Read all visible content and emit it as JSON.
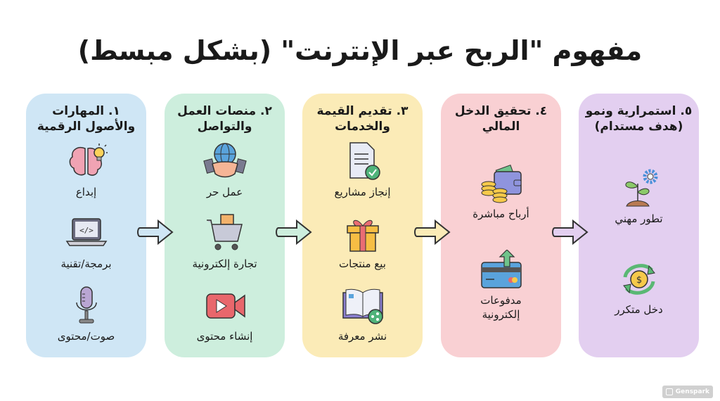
{
  "title": "مفهوم \"الربح عبر الإنترنت\" (بشكل مبسط)",
  "colors": {
    "panel1": "#cfe6f5",
    "panel2": "#cdeedd",
    "panel3": "#fbebb7",
    "panel4": "#f9d0d3",
    "panel5": "#e3cff0"
  },
  "panels": [
    {
      "title": "١. المهارات والأصول الرقمية",
      "items": [
        {
          "icon": "brain-lightbulb-icon",
          "label": "إبداع"
        },
        {
          "icon": "laptop-code-icon",
          "label": "برمجة/تقنية"
        },
        {
          "icon": "microphone-icon",
          "label": "صوت/محتوى"
        }
      ]
    },
    {
      "title": "٢. منصات العمل والتواصل",
      "items": [
        {
          "icon": "globe-handshake-icon",
          "label": "عمل حر"
        },
        {
          "icon": "shopping-cart-icon",
          "label": "تجارة إلكترونية"
        },
        {
          "icon": "video-camera-icon",
          "label": "إنشاء محتوى"
        }
      ]
    },
    {
      "title": "٣. تقديم القيمة والخدمات",
      "items": [
        {
          "icon": "document-check-icon",
          "label": "إنجاز مشاريع"
        },
        {
          "icon": "gift-box-icon",
          "label": "بيع منتجات"
        },
        {
          "icon": "book-share-icon",
          "label": "نشر معرفة"
        }
      ]
    },
    {
      "title": "٤. تحقيق الدخل المالي",
      "items": [
        {
          "icon": "wallet-coins-icon",
          "label": "أرباح مباشرة"
        },
        {
          "icon": "credit-card-icon",
          "label": "مدفوعات إلكترونية"
        }
      ]
    },
    {
      "title": "٥. استمرارية ونمو (هدف مستدام)",
      "items": [
        {
          "icon": "plant-gear-icon",
          "label": "تطور مهني"
        },
        {
          "icon": "recurring-dollar-icon",
          "label": "دخل متكرر"
        }
      ]
    }
  ],
  "watermark": "Genspark"
}
